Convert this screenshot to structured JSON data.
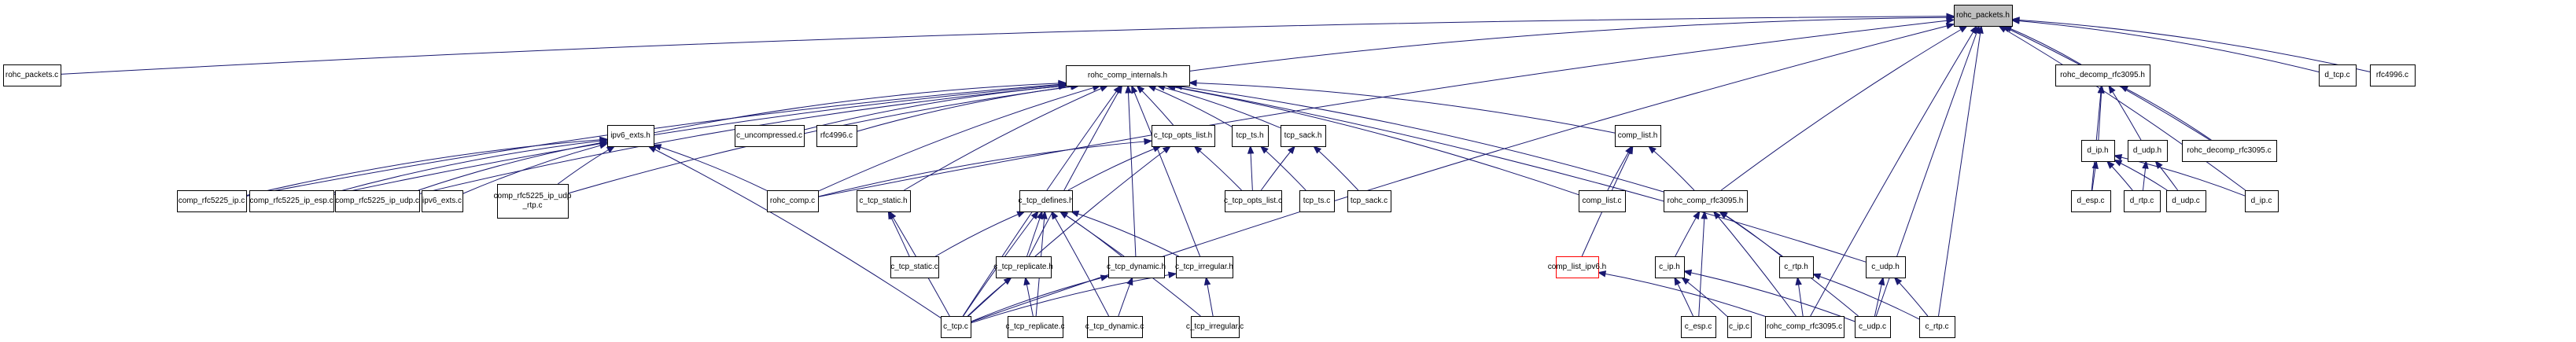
{
  "graph": {
    "title": "rohc_packets.h include dependency graph",
    "root": "rohc_packets_h",
    "colors": {
      "edge": "#191970",
      "root_fill": "#bfbfbf",
      "node_border": "#000000",
      "incomplete_border": "#ff0000"
    },
    "nodes": [
      {
        "id": "rohc_packets_h",
        "label": "rohc_packets.h",
        "style": "root"
      },
      {
        "id": "rohc_packets_c",
        "label": "rohc_packets.c"
      },
      {
        "id": "rohc_comp_internals_h",
        "label": "rohc_comp_internals.h"
      },
      {
        "id": "rohc_decomp_rfc3095_h",
        "label": "rohc_decomp_rfc3095.h"
      },
      {
        "id": "d_tcp_c",
        "label": "d_tcp.c"
      },
      {
        "id": "rfc4996_c_decomp",
        "label": "rfc4996.c"
      },
      {
        "id": "ipv6_exts_h",
        "label": "ipv6_exts.h"
      },
      {
        "id": "c_uncompressed_c",
        "label": "c_uncompressed.c"
      },
      {
        "id": "rfc4996_c_comp",
        "label": "rfc4996.c"
      },
      {
        "id": "c_tcp_opts_list_h",
        "label": "c_tcp_opts_list.h"
      },
      {
        "id": "tcp_ts_h",
        "label": "tcp_ts.h"
      },
      {
        "id": "tcp_sack_h",
        "label": "tcp_sack.h"
      },
      {
        "id": "comp_list_h",
        "label": "comp_list.h"
      },
      {
        "id": "d_ip_h",
        "label": "d_ip.h"
      },
      {
        "id": "d_udp_h",
        "label": "d_udp.h"
      },
      {
        "id": "rohc_decomp_rfc3095_c",
        "label": "rohc_decomp_rfc3095.c"
      },
      {
        "id": "comp_rfc5225_ip_c",
        "label": "comp_rfc5225_ip.c"
      },
      {
        "id": "comp_rfc5225_ip_esp_c",
        "label": "comp_rfc5225_ip_esp.c"
      },
      {
        "id": "comp_rfc5225_ip_udp_c",
        "label": "comp_rfc5225_ip_udp.c"
      },
      {
        "id": "ipv6_exts_c",
        "label": "ipv6_exts.c"
      },
      {
        "id": "comp_rfc5225_ip_udp_rtp_c",
        "label": "comp_rfc5225_ip_udp\n_rtp.c"
      },
      {
        "id": "rohc_comp_c",
        "label": "rohc_comp.c"
      },
      {
        "id": "c_tcp_static_h",
        "label": "c_tcp_static.h"
      },
      {
        "id": "c_tcp_defines_h",
        "label": "c_tcp_defines.h"
      },
      {
        "id": "c_tcp_opts_list_c",
        "label": "c_tcp_opts_list.c"
      },
      {
        "id": "tcp_ts_c",
        "label": "tcp_ts.c"
      },
      {
        "id": "tcp_sack_c",
        "label": "tcp_sack.c"
      },
      {
        "id": "comp_list_c",
        "label": "comp_list.c"
      },
      {
        "id": "rohc_comp_rfc3095_h",
        "label": "rohc_comp_rfc3095.h"
      },
      {
        "id": "d_esp_c",
        "label": "d_esp.c"
      },
      {
        "id": "d_rtp_c",
        "label": "d_rtp.c"
      },
      {
        "id": "d_udp_c",
        "label": "d_udp.c"
      },
      {
        "id": "d_ip_c",
        "label": "d_ip.c"
      },
      {
        "id": "c_tcp_static_c",
        "label": "c_tcp_static.c"
      },
      {
        "id": "c_tcp_replicate_h",
        "label": "c_tcp_replicate.h"
      },
      {
        "id": "c_tcp_dynamic_h",
        "label": "c_tcp_dynamic.h"
      },
      {
        "id": "c_tcp_irregular_h",
        "label": "c_tcp_irregular.h"
      },
      {
        "id": "comp_list_ipv6_h",
        "label": "comp_list_ipv6.h",
        "style": "incomplete"
      },
      {
        "id": "c_ip_h",
        "label": "c_ip.h"
      },
      {
        "id": "c_rtp_h",
        "label": "c_rtp.h"
      },
      {
        "id": "c_udp_h",
        "label": "c_udp.h"
      },
      {
        "id": "c_tcp_c",
        "label": "c_tcp.c"
      },
      {
        "id": "c_tcp_replicate_c",
        "label": "c_tcp_replicate.c"
      },
      {
        "id": "c_tcp_dynamic_c",
        "label": "c_tcp_dynamic.c"
      },
      {
        "id": "c_tcp_irregular_c",
        "label": "c_tcp_irregular.c"
      },
      {
        "id": "c_esp_c",
        "label": "c_esp.c"
      },
      {
        "id": "c_ip_c",
        "label": "c_ip.c"
      },
      {
        "id": "rohc_comp_rfc3095_c",
        "label": "rohc_comp_rfc3095.c"
      },
      {
        "id": "c_udp_c",
        "label": "c_udp.c"
      },
      {
        "id": "c_rtp_c",
        "label": "c_rtp.c"
      }
    ],
    "edges": [
      [
        "rohc_packets_c",
        "rohc_packets_h"
      ],
      [
        "rohc_comp_internals_h",
        "rohc_packets_h"
      ],
      [
        "rohc_decomp_rfc3095_h",
        "rohc_packets_h"
      ],
      [
        "d_tcp_c",
        "rohc_packets_h"
      ],
      [
        "rfc4996_c_decomp",
        "rohc_packets_h"
      ],
      [
        "rohc_decomp_rfc3095_c",
        "rohc_packets_h"
      ],
      [
        "d_ip_c",
        "rohc_packets_h"
      ],
      [
        "rohc_comp_rfc3095_h",
        "rohc_packets_h"
      ],
      [
        "c_udp_c",
        "rohc_packets_h"
      ],
      [
        "c_rtp_c",
        "rohc_packets_h"
      ],
      [
        "rohc_comp_rfc3095_c",
        "rohc_packets_h"
      ],
      [
        "c_tcp_c",
        "rohc_packets_h"
      ],
      [
        "rohc_comp_c",
        "rohc_packets_h"
      ],
      [
        "ipv6_exts_h",
        "rohc_comp_internals_h"
      ],
      [
        "c_uncompressed_c",
        "rohc_comp_internals_h"
      ],
      [
        "rfc4996_c_comp",
        "rohc_comp_internals_h"
      ],
      [
        "c_tcp_opts_list_h",
        "rohc_comp_internals_h"
      ],
      [
        "tcp_ts_h",
        "rohc_comp_internals_h"
      ],
      [
        "tcp_sack_h",
        "rohc_comp_internals_h"
      ],
      [
        "comp_list_h",
        "rohc_comp_internals_h"
      ],
      [
        "comp_rfc5225_ip_c",
        "rohc_comp_internals_h"
      ],
      [
        "comp_rfc5225_ip_esp_c",
        "rohc_comp_internals_h"
      ],
      [
        "comp_rfc5225_ip_udp_c",
        "rohc_comp_internals_h"
      ],
      [
        "comp_rfc5225_ip_udp_rtp_c",
        "rohc_comp_internals_h"
      ],
      [
        "rohc_comp_c",
        "rohc_comp_internals_h"
      ],
      [
        "c_tcp_static_h",
        "rohc_comp_internals_h"
      ],
      [
        "c_tcp_replicate_h",
        "rohc_comp_internals_h"
      ],
      [
        "c_tcp_dynamic_h",
        "rohc_comp_internals_h"
      ],
      [
        "c_tcp_irregular_h",
        "rohc_comp_internals_h"
      ],
      [
        "comp_list_c",
        "rohc_comp_internals_h"
      ],
      [
        "rohc_comp_rfc3095_h",
        "rohc_comp_internals_h"
      ],
      [
        "c_udp_h",
        "rohc_comp_internals_h"
      ],
      [
        "c_tcp_c",
        "rohc_comp_internals_h"
      ],
      [
        "comp_rfc5225_ip_c",
        "ipv6_exts_h"
      ],
      [
        "comp_rfc5225_ip_esp_c",
        "ipv6_exts_h"
      ],
      [
        "comp_rfc5225_ip_udp_c",
        "ipv6_exts_h"
      ],
      [
        "ipv6_exts_c",
        "ipv6_exts_h"
      ],
      [
        "comp_rfc5225_ip_udp_rtp_c",
        "ipv6_exts_h"
      ],
      [
        "rohc_comp_c",
        "ipv6_exts_h"
      ],
      [
        "c_tcp_c",
        "ipv6_exts_h"
      ],
      [
        "c_tcp_defines_h",
        "c_tcp_opts_list_h"
      ],
      [
        "c_tcp_opts_list_c",
        "c_tcp_opts_list_h"
      ],
      [
        "c_tcp_c",
        "c_tcp_opts_list_h"
      ],
      [
        "rohc_comp_c",
        "c_tcp_opts_list_h"
      ],
      [
        "c_tcp_opts_list_c",
        "tcp_ts_h"
      ],
      [
        "tcp_ts_c",
        "tcp_ts_h"
      ],
      [
        "c_tcp_opts_list_c",
        "tcp_sack_h"
      ],
      [
        "tcp_sack_c",
        "tcp_sack_h"
      ],
      [
        "comp_list_c",
        "comp_list_h"
      ],
      [
        "comp_list_ipv6_h",
        "comp_list_h"
      ],
      [
        "rohc_comp_rfc3095_h",
        "comp_list_h"
      ],
      [
        "c_tcp_static_c",
        "c_tcp_static_h"
      ],
      [
        "c_tcp_c",
        "c_tcp_static_h"
      ],
      [
        "c_tcp_static_c",
        "c_tcp_defines_h"
      ],
      [
        "c_tcp_replicate_h",
        "c_tcp_defines_h"
      ],
      [
        "c_tcp_dynamic_h",
        "c_tcp_defines_h"
      ],
      [
        "c_tcp_irregular_h",
        "c_tcp_defines_h"
      ],
      [
        "c_tcp_c",
        "c_tcp_defines_h"
      ],
      [
        "c_tcp_replicate_c",
        "c_tcp_defines_h"
      ],
      [
        "c_tcp_dynamic_c",
        "c_tcp_defines_h"
      ],
      [
        "c_tcp_irregular_c",
        "c_tcp_defines_h"
      ],
      [
        "c_tcp_c",
        "c_tcp_replicate_h"
      ],
      [
        "c_tcp_replicate_c",
        "c_tcp_replicate_h"
      ],
      [
        "c_tcp_c",
        "c_tcp_dynamic_h"
      ],
      [
        "c_tcp_dynamic_c",
        "c_tcp_dynamic_h"
      ],
      [
        "c_tcp_c",
        "c_tcp_irregular_h"
      ],
      [
        "c_tcp_irregular_c",
        "c_tcp_irregular_h"
      ],
      [
        "c_ip_h",
        "rohc_comp_rfc3095_h"
      ],
      [
        "c_rtp_h",
        "rohc_comp_rfc3095_h"
      ],
      [
        "c_esp_c",
        "rohc_comp_rfc3095_h"
      ],
      [
        "rohc_comp_rfc3095_c",
        "rohc_comp_rfc3095_h"
      ],
      [
        "c_udp_c",
        "rohc_comp_rfc3095_h"
      ],
      [
        "rohc_comp_rfc3095_c",
        "comp_list_ipv6_h"
      ],
      [
        "c_esp_c",
        "c_ip_h"
      ],
      [
        "c_ip_c",
        "c_ip_h"
      ],
      [
        "c_udp_c",
        "c_ip_h"
      ],
      [
        "rohc_comp_rfc3095_c",
        "c_rtp_h"
      ],
      [
        "c_rtp_c",
        "c_rtp_h"
      ],
      [
        "c_udp_c",
        "c_udp_h"
      ],
      [
        "c_rtp_c",
        "c_udp_h"
      ],
      [
        "d_ip_h",
        "rohc_decomp_rfc3095_h"
      ],
      [
        "d_udp_h",
        "rohc_decomp_rfc3095_h"
      ],
      [
        "rohc_decomp_rfc3095_c",
        "rohc_decomp_rfc3095_h"
      ],
      [
        "d_esp_c",
        "rohc_decomp_rfc3095_h"
      ],
      [
        "d_esp_c",
        "d_ip_h"
      ],
      [
        "d_rtp_c",
        "d_ip_h"
      ],
      [
        "d_udp_c",
        "d_ip_h"
      ],
      [
        "d_ip_c",
        "d_ip_h"
      ],
      [
        "d_rtp_c",
        "d_udp_h"
      ],
      [
        "d_udp_c",
        "d_udp_h"
      ]
    ]
  }
}
